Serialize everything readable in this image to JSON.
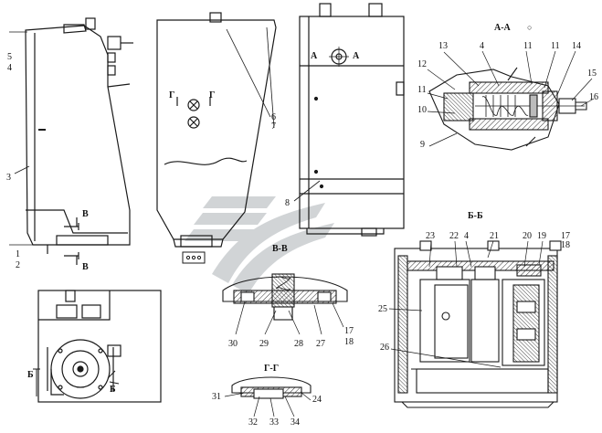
{
  "sections": {
    "aa": "А-А",
    "bb": "Б-Б",
    "vv": "В-В",
    "gg": "Г-Г",
    "mark_a": "А",
    "mark_b": "Б",
    "mark_v": "В",
    "mark_g": "Г"
  },
  "callouts": {
    "n1": "1",
    "n2": "2",
    "n3": "3",
    "n4": "4",
    "n5": "5",
    "n6": "6",
    "n7": "7",
    "n8": "8",
    "n9": "9",
    "n10": "10",
    "n11": "11",
    "n12": "12",
    "n13": "13",
    "n14": "14",
    "n15": "15",
    "n16": "16",
    "n17": "17",
    "n18": "18",
    "n19": "19",
    "n20": "20",
    "n21": "21",
    "n22": "22",
    "n23": "23",
    "n24": "24",
    "n25": "25",
    "n26": "26",
    "n27": "27",
    "n28": "28",
    "n29": "29",
    "n30": "30",
    "n31": "31",
    "n32": "32",
    "n33": "33",
    "n34": "34"
  },
  "colors": {
    "ink": "#1a1a1a",
    "hatch": "#333333",
    "watermark": "#c9cdd0"
  },
  "watermark_icon": "arrow-swoosh-watermark"
}
